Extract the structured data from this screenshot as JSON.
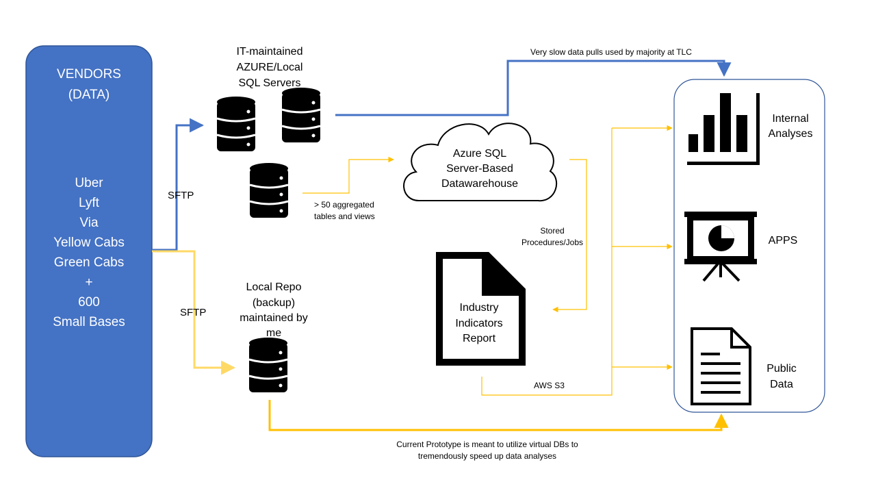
{
  "vendors": {
    "title_lines": [
      "VENDORS",
      "(DATA)"
    ],
    "list_lines": [
      "Uber",
      "Lyft",
      "Via",
      "Yellow Cabs",
      "Green Cabs",
      "+",
      "600",
      "Small Bases"
    ]
  },
  "sql_servers": {
    "label_lines": [
      "IT-maintained",
      "AZURE/Local",
      "SQL Servers"
    ]
  },
  "aggregated": {
    "label_lines": [
      "> 50 aggregated",
      "tables and views"
    ]
  },
  "cloud": {
    "label_lines": [
      "Azure SQL",
      "Server-Based",
      "Datawarehouse"
    ]
  },
  "stored_procs": {
    "label_lines": [
      "Stored",
      "Procedures/Jobs"
    ]
  },
  "report": {
    "label_lines": [
      "Industry",
      "Indicators",
      "Report"
    ]
  },
  "local_repo": {
    "label_lines": [
      "Local Repo",
      "(backup)",
      "maintained by",
      "me"
    ]
  },
  "edges": {
    "sftp_top": "SFTP",
    "sftp_bottom": "SFTP",
    "slow_pulls": "Very slow data pulls used by majority at TLC",
    "aws_s3": "AWS S3",
    "prototype_lines": [
      "Current Prototype is meant to utilize virtual DBs to",
      "tremendously speed up data analyses"
    ]
  },
  "outputs": {
    "internal_lines": [
      "Internal",
      "Analyses"
    ],
    "apps": "APPS",
    "public_lines": [
      "Public",
      "Data"
    ]
  },
  "colors": {
    "blue": "#4472C4",
    "yellow": "#FFC000",
    "light_yellow": "#FFD966",
    "black": "#000000"
  }
}
